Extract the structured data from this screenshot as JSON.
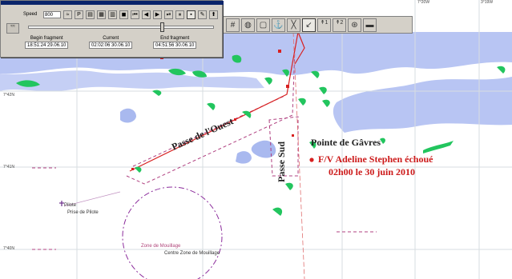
{
  "toolbar": {
    "speed_label": "Speed",
    "speed_value": "800",
    "begin_label": "Begin fragment",
    "begin_value": "18:51:24 29.06.10",
    "current_label": "Current",
    "current_value": "02:02:06 30.06.10",
    "end_label": "End fragment",
    "end_value": "04:51:56 30.06.10",
    "buttons": [
      "≈",
      "P",
      "▤",
      "▦",
      "▥",
      "◼",
      "⏮",
      "◀",
      "▶",
      "⏯",
      "⏸",
      "▪",
      "✎",
      "⬆"
    ]
  },
  "right_toolbar": {
    "buttons": [
      "#",
      "◍",
      "▢",
      "⚓",
      "╳",
      "↙",
      "↟1",
      "↟2",
      "⊛",
      "▬"
    ]
  },
  "map": {
    "labels": {
      "pointe": "Pointe de Gâvres",
      "vessel": "F/V Adeline Stephen échoué",
      "time": "02h00 le 30 juin 2010",
      "passe_ouest": "Passe de l'Ouest",
      "passe_sud": "Passe Sud",
      "pilote": "Pilote",
      "prise_pilote": "Prise de Pilote",
      "zone_mouillage": "Zone de Mouillage",
      "centre_zone": "Centre Zone de Mouillage"
    },
    "lat_labels": [
      "7°42N",
      "7°41N",
      "7°40N"
    ],
    "lon_labels": [
      "7°20W",
      "3°19W"
    ],
    "colors": {
      "water_blue": "#b7c4f2",
      "reef_green": "#22c55e",
      "track_red": "#d82020",
      "zone_magenta": "#8c2d9c",
      "grid": "#cfd8dc"
    }
  }
}
